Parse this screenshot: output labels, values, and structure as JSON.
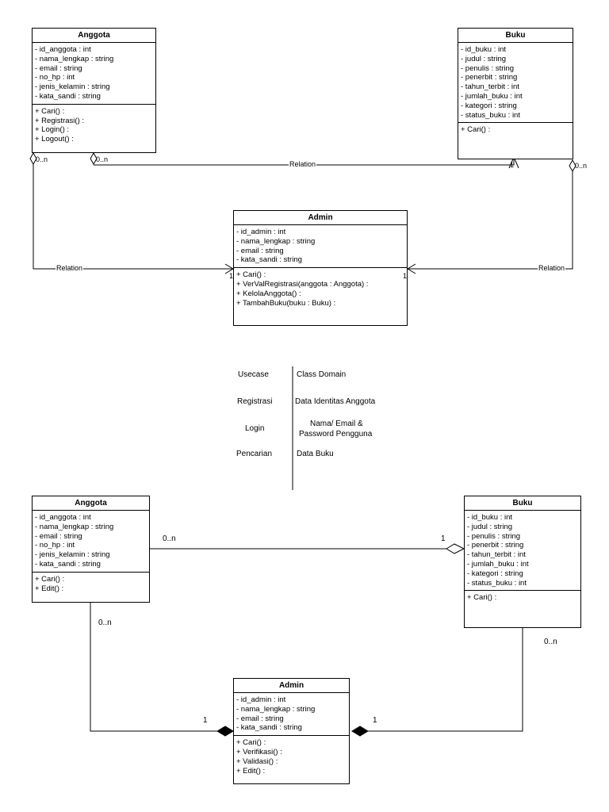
{
  "diagram1": {
    "anggota": {
      "name": "Anggota",
      "attributes": [
        "- id_anggota : int",
        "- nama_lengkap : string",
        "- email : string",
        "- no_hp : int",
        "- jenis_kelamin : string",
        "- kata_sandi : string"
      ],
      "operations": [
        "+ Cari() :",
        "+ Registrasi() :",
        "+ Login() :",
        "+ Logout() :"
      ]
    },
    "buku": {
      "name": "Buku",
      "attributes": [
        "- id_buku : int",
        "- judul : string",
        "- penulis : string",
        "- penerbit : string",
        "- tahun_terbit : int",
        "- jumlah_buku : int",
        "- kategori : string",
        "- status_buku : int"
      ],
      "operations": [
        "+ Cari() :"
      ]
    },
    "admin": {
      "name": "Admin",
      "attributes": [
        "- id_admin : int",
        "- nama_lengkap : string",
        "- email : string",
        "- kata_sandi : string"
      ],
      "operations": [
        "+ Cari() :",
        "+ VerValRegistrasi(anggota : Anggota) :",
        "+ KelolaAnggota() :",
        "+ TambahBuku(buku : Buku) :"
      ]
    },
    "relations": {
      "anggota_buku_label": "Relation",
      "anggota_admin_label": "Relation",
      "buku_admin_label": "Relation",
      "mult_anggota_left": "0..n",
      "mult_anggota_mid": "0..n",
      "mult_buku_end": "1",
      "mult_buku_right": "0..n",
      "mult_admin_left": "1",
      "mult_admin_right": "1"
    }
  },
  "mapping_table": {
    "header": {
      "usecase": "Usecase",
      "domain": "Class Domain"
    },
    "rows": [
      {
        "usecase": "Registrasi",
        "domain": "Data Identitas Anggota"
      },
      {
        "usecase": "Login",
        "domain_line1": "Nama/ Email &",
        "domain_line2": "Password Pengguna"
      },
      {
        "usecase": "Pencarian",
        "domain": "Data Buku"
      }
    ]
  },
  "diagram2": {
    "anggota": {
      "name": "Anggota",
      "attributes": [
        "- id_anggota : int",
        "- nama_lengkap : string",
        "- email : string",
        "- no_hp : int",
        "- jenis_kelamin : string",
        "- kata_sandi : string"
      ],
      "operations": [
        "+ Cari() :",
        "+ Edit() :"
      ]
    },
    "buku": {
      "name": "Buku",
      "attributes": [
        "- id_buku : int",
        "- judul : string",
        "- penulis : string",
        "- penerbit : string",
        "- tahun_terbit : int",
        "- jumlah_buku : int",
        "- kategori : string",
        "- status_buku : int"
      ],
      "operations": [
        "+ Cari() :"
      ]
    },
    "admin": {
      "name": "Admin",
      "attributes": [
        "- id_admin : int",
        "- nama_lengkap : string",
        "- email : string",
        "- kata_sandi : string"
      ],
      "operations": [
        "+ Cari() :",
        "+ Verifikasi() :",
        "+ Validasi() :",
        "+ Edit() :"
      ]
    },
    "relations": {
      "mult_anggota_buku_left": "0..n",
      "mult_anggota_buku_right": "1",
      "mult_anggota_down": "0..n",
      "mult_buku_down": "0..n",
      "mult_admin_left": "1",
      "mult_admin_right": "1"
    }
  }
}
